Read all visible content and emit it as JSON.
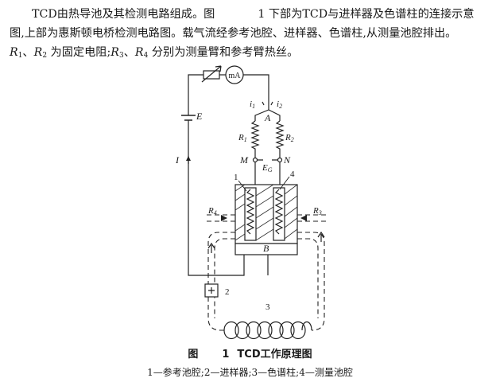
{
  "intro": {
    "line1_a": "TCD由热导池及其检测电路组成。图",
    "line1_b": "1 下部为TCD与进样器及色谱柱的连接示意",
    "line2": "图,上部为惠斯顿电桥检测电路图。载气流经参考池腔、进样器、色谱柱,从测量池腔排出。",
    "r1": "R",
    "r1_sub": "1",
    "r2": "R",
    "r2_sub": "2",
    "mid1": " 为固定电阻;",
    "r3": "R",
    "r3_sub": "3",
    "r4": "R",
    "r4_sub": "4",
    "tail": " 分别为测量臂和参考臂热丝。"
  },
  "figure": {
    "meter_label": "mA",
    "battery_label": "E",
    "current_label": "I",
    "i1": "i",
    "i1_sub": "1",
    "i2": "i",
    "i2_sub": "2",
    "node_a": "A",
    "node_b": "B",
    "res_r1": "R",
    "res_r1_sub": "1",
    "res_r2": "R",
    "res_r2_sub": "2",
    "node_m": "M",
    "node_n": "N",
    "galv": "E",
    "galv_sub": "G",
    "cell_1": "1",
    "cell_4": "4",
    "res_r4": "R",
    "res_r4_sub": "4",
    "res_r3": "R",
    "res_r3_sub": "3",
    "injector_2": "2",
    "column_3": "3"
  },
  "caption": {
    "fig": "图",
    "num": "1",
    "title": "TCD工作原理图",
    "legend": "1—参考池腔;2—进样器;3—色谱柱;4—测量池腔"
  }
}
